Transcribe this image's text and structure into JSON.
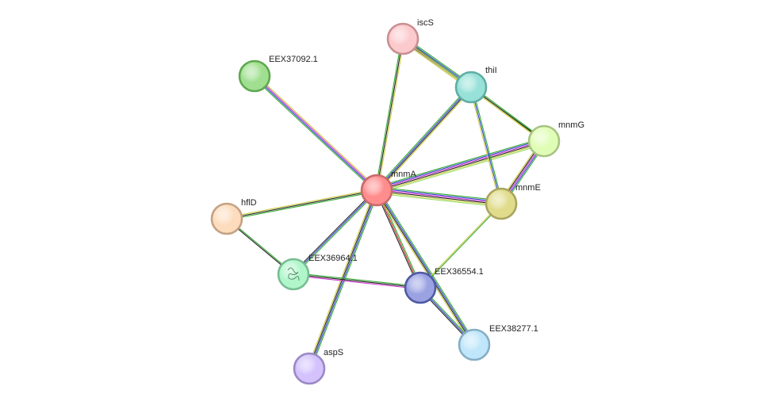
{
  "network": {
    "nodes": [
      {
        "id": "mnmA",
        "label": "mnmA",
        "fill": "#ff8d8d",
        "stroke": "#c96a6a",
        "center": true
      },
      {
        "id": "iscS",
        "label": "iscS",
        "fill": "#fcc9cc",
        "stroke": "#c98f92"
      },
      {
        "id": "thiI",
        "label": "thiI",
        "fill": "#97e1d8",
        "stroke": "#5faea4"
      },
      {
        "id": "mnmG",
        "label": "mnmG",
        "fill": "#e0fdb6",
        "stroke": "#a8c384"
      },
      {
        "id": "mnmE",
        "label": "mnmE",
        "fill": "#e0dc8c",
        "stroke": "#a9a55e"
      },
      {
        "id": "EEX37092.1",
        "label": "EEX37092.1",
        "fill": "#9fdf8f",
        "stroke": "#5fa851"
      },
      {
        "id": "hflD",
        "label": "hflD",
        "fill": "#fcdcbd",
        "stroke": "#c4a283"
      },
      {
        "id": "EEX36964.1",
        "label": "EEX36964.1",
        "fill": "#b0f6cb",
        "stroke": "#77bd92",
        "structure": true
      },
      {
        "id": "EEX36554.1",
        "label": "EEX36554.1",
        "fill": "#9aa2e2",
        "stroke": "#4e5aa4"
      },
      {
        "id": "EEX38277.1",
        "label": "EEX38277.1",
        "fill": "#bfe6fa",
        "stroke": "#86aec4"
      },
      {
        "id": "aspS",
        "label": "aspS",
        "fill": "#d3c2fc",
        "stroke": "#9a89c4"
      }
    ],
    "edges": [
      {
        "source": "mnmA",
        "target": "iscS",
        "colors": [
          "#33aa33",
          "#222222",
          "#cccc44"
        ]
      },
      {
        "source": "mnmA",
        "target": "thiI",
        "colors": [
          "#33aa33",
          "#3344cc",
          "#222222",
          "#cccc44"
        ]
      },
      {
        "source": "mnmA",
        "target": "mnmG",
        "colors": [
          "#33aa33",
          "#3344cc",
          "#cc33cc",
          "#222222",
          "#cccc44",
          "#99dd66"
        ]
      },
      {
        "source": "mnmA",
        "target": "mnmE",
        "colors": [
          "#33aa33",
          "#3344cc",
          "#cc33cc",
          "#222222",
          "#cccc44",
          "#99dd66"
        ]
      },
      {
        "source": "mnmA",
        "target": "EEX37092.1",
        "colors": [
          "#33aa33",
          "#3344cc",
          "#cc33cc",
          "#cccc44"
        ]
      },
      {
        "source": "mnmA",
        "target": "hflD",
        "colors": [
          "#33aa33",
          "#222222",
          "#cccc44"
        ]
      },
      {
        "source": "mnmA",
        "target": "EEX36964.1",
        "colors": [
          "#33aa33",
          "#3344cc",
          "#222222"
        ]
      },
      {
        "source": "mnmA",
        "target": "EEX36554.1",
        "colors": [
          "#33aa33",
          "#cc3333",
          "#222222"
        ]
      },
      {
        "source": "mnmA",
        "target": "EEX38277.1",
        "colors": [
          "#33aa33",
          "#3344cc",
          "#222222",
          "#cccc44"
        ]
      },
      {
        "source": "mnmA",
        "target": "aspS",
        "colors": [
          "#33aa33",
          "#3344cc",
          "#222222",
          "#cccc44"
        ]
      },
      {
        "source": "iscS",
        "target": "thiI",
        "colors": [
          "#33aa33",
          "#3344cc",
          "#cc33cc",
          "#222222",
          "#cccc44"
        ]
      },
      {
        "source": "iscS",
        "target": "mnmG",
        "colors": [
          "#33aa33",
          "#cccc44"
        ]
      },
      {
        "source": "thiI",
        "target": "mnmG",
        "colors": [
          "#33aa33",
          "#222222",
          "#cccc44"
        ]
      },
      {
        "source": "thiI",
        "target": "mnmE",
        "colors": [
          "#33aa33",
          "#3344cc",
          "#cccc44"
        ]
      },
      {
        "source": "mnmG",
        "target": "mnmE",
        "colors": [
          "#33aa33",
          "#3344cc",
          "#cc33cc",
          "#222222",
          "#cccc44"
        ]
      },
      {
        "source": "mnmE",
        "target": "EEX36554.1",
        "colors": [
          "#33aa33",
          "#cccc44"
        ]
      },
      {
        "source": "hflD",
        "target": "EEX36964.1",
        "colors": [
          "#33aa33",
          "#222222"
        ]
      },
      {
        "source": "EEX36964.1",
        "target": "EEX36554.1",
        "colors": [
          "#33aa33",
          "#222222",
          "#cc33cc"
        ]
      },
      {
        "source": "EEX36554.1",
        "target": "EEX38277.1",
        "colors": [
          "#33aa33",
          "#3344cc",
          "#222222"
        ]
      }
    ]
  }
}
